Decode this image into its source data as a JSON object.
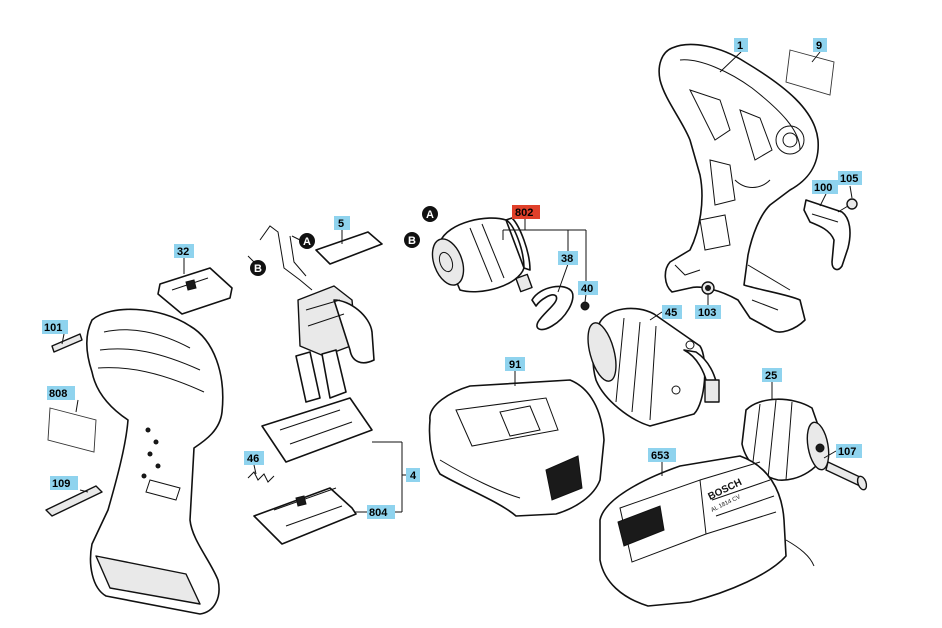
{
  "title": "",
  "callouts": {
    "p1": "1",
    "p9": "9",
    "p100": "100",
    "p105": "105",
    "p103": "103",
    "p802": "802",
    "p38": "38",
    "p40": "40",
    "p45": "45",
    "p5": "5",
    "p32": "32",
    "p101": "101",
    "p808": "808",
    "p109": "109",
    "p46": "46",
    "p4": "4",
    "p804": "804",
    "p91": "91",
    "p25": "25",
    "p107": "107",
    "p653": "653"
  },
  "connectors": {
    "a": "A",
    "b": "B"
  },
  "charger_print": {
    "brand": "BOSCH",
    "model": "AL 1814 CV"
  },
  "colors": {
    "callout": "#8fd3ee",
    "callout_highlight": "#e0402a"
  }
}
